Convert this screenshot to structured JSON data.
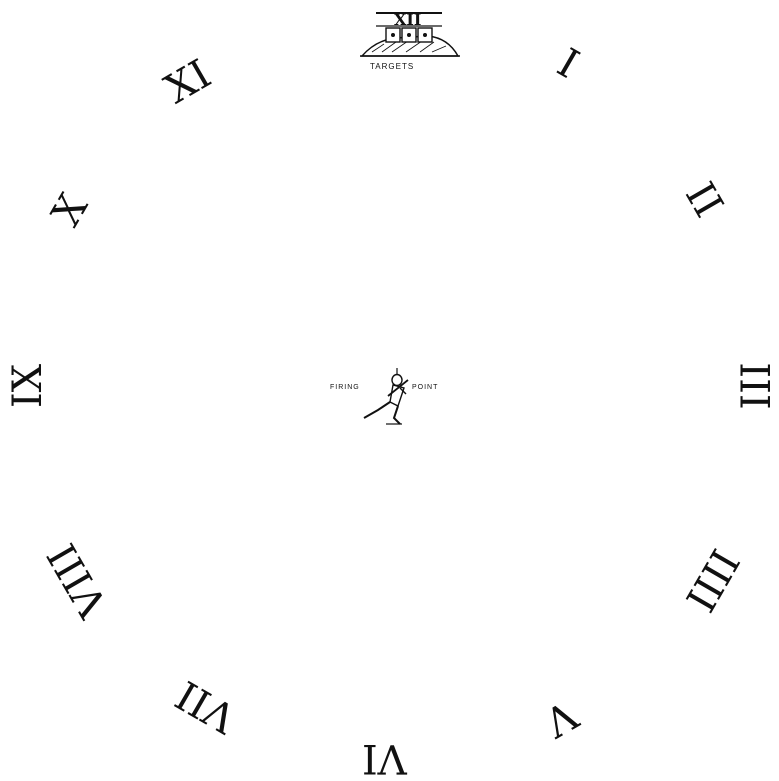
{
  "clock_numerals": [
    {
      "id": "I",
      "text": "I"
    },
    {
      "id": "II",
      "text": "II"
    },
    {
      "id": "III",
      "text": "III"
    },
    {
      "id": "IIII",
      "text": "IIII"
    },
    {
      "id": "V",
      "text": "V"
    },
    {
      "id": "VI",
      "text": "VI"
    },
    {
      "id": "VII",
      "text": "VII"
    },
    {
      "id": "VIII",
      "text": "VIII"
    },
    {
      "id": "IX",
      "text": "IX"
    },
    {
      "id": "X",
      "text": "X"
    },
    {
      "id": "XI",
      "text": "XI"
    }
  ],
  "top_marker": {
    "numeral": "XII",
    "label": "TARGETS"
  },
  "center_marker": {
    "left_label": "FIRING",
    "right_label": "POINT"
  }
}
